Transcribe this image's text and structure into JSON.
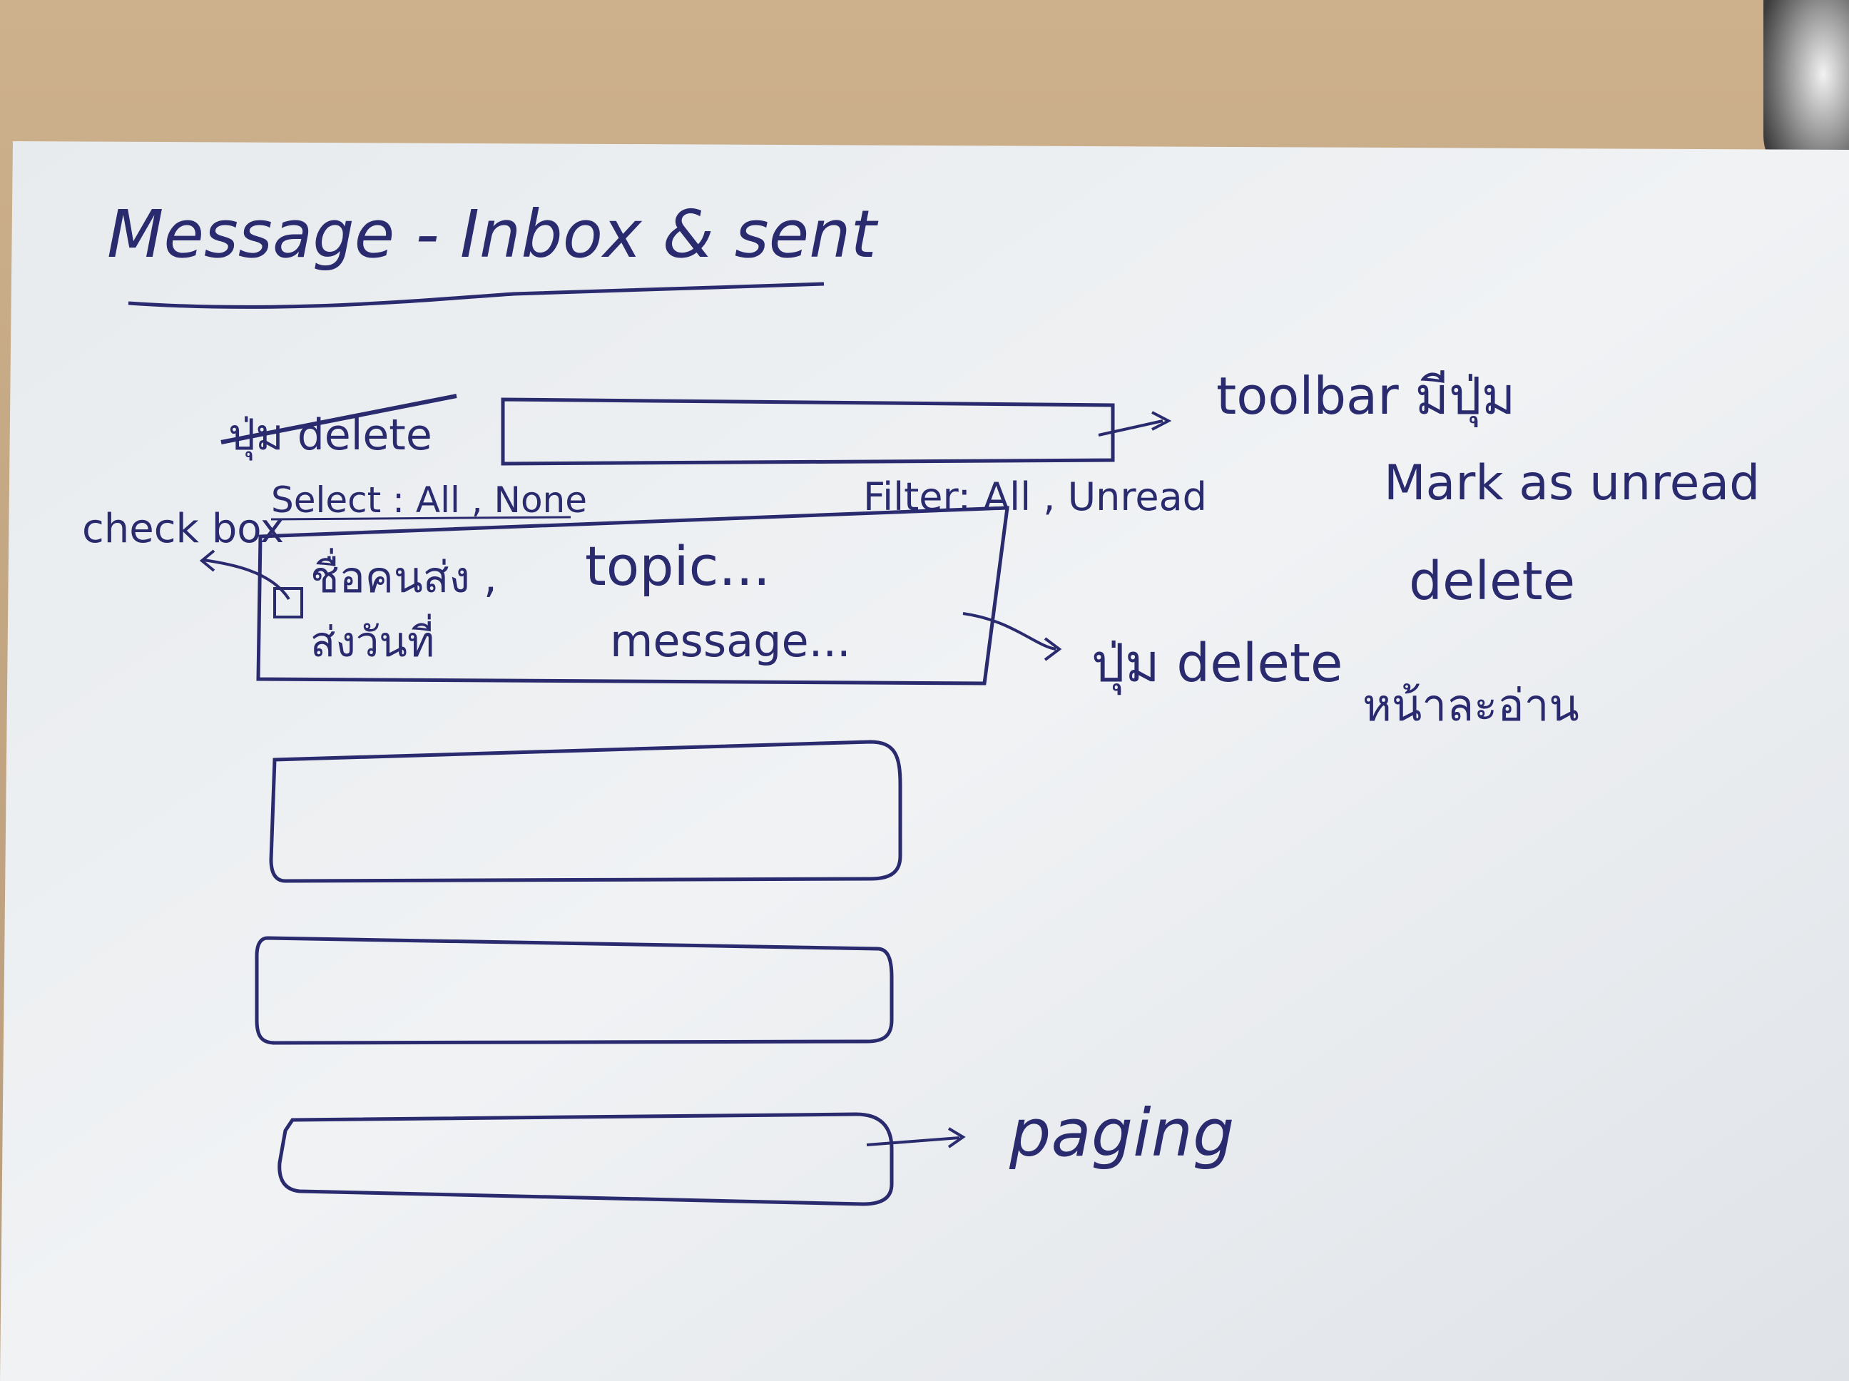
{
  "title": "Message - Inbox & sent",
  "toolbar_strike": "ปุ่ม delete",
  "toolbar_note": "toolbar มีปุ่ม",
  "toolbar_actions": [
    "Mark as unread",
    "delete",
    "หน้าละอ่าน"
  ],
  "checkbox_label": "check box",
  "select_label": "Select : All , None",
  "filter_label": "Filter: All , Unread",
  "row": {
    "sender": "ชื่อคนส่ง ,",
    "date": "ส่งวันที่",
    "topic": "topic...",
    "message": "message..."
  },
  "row_note": "ปุ่ม delete",
  "paging_label": "paging",
  "colors": {
    "ink": "#2a2a6e",
    "paper": "#eef0f2",
    "desk": "#c4a783"
  }
}
